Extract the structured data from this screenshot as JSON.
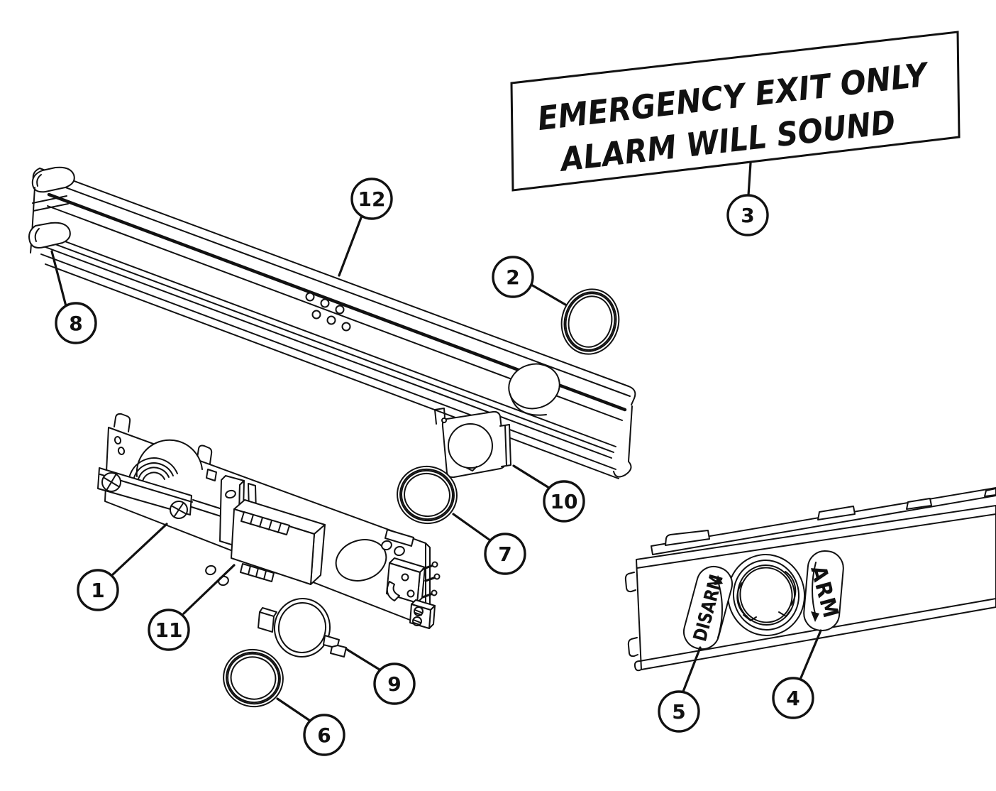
{
  "colors": {
    "ink": "#111111",
    "background": "#ffffff"
  },
  "sign": {
    "line1": "EMERGENCY EXIT ONLY",
    "line2": "ALARM WILL SOUND"
  },
  "device_labels": {
    "disarm": "DISARM",
    "arm": "ARM"
  },
  "callouts": [
    {
      "num": "1"
    },
    {
      "num": "2"
    },
    {
      "num": "3"
    },
    {
      "num": "4"
    },
    {
      "num": "5"
    },
    {
      "num": "6"
    },
    {
      "num": "7"
    },
    {
      "num": "8"
    },
    {
      "num": "9"
    },
    {
      "num": "10"
    },
    {
      "num": "11"
    },
    {
      "num": "12"
    }
  ]
}
